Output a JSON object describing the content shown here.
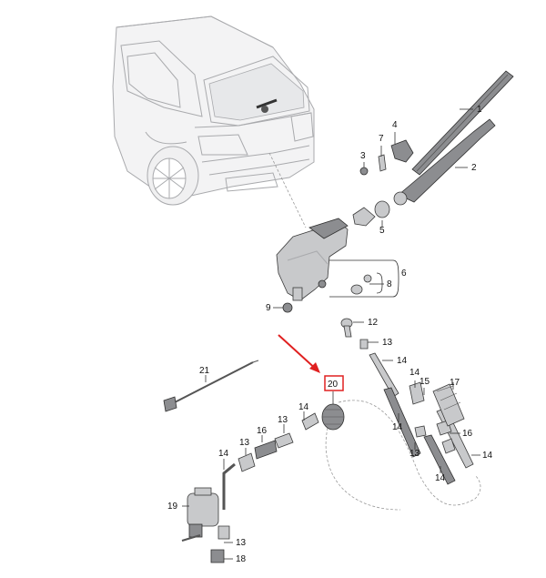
{
  "diagram": {
    "callouts": [
      {
        "id": "c1",
        "text": "1"
      },
      {
        "id": "c2",
        "text": "2"
      },
      {
        "id": "c3",
        "text": "3"
      },
      {
        "id": "c4",
        "text": "4"
      },
      {
        "id": "c5",
        "text": "5"
      },
      {
        "id": "c6",
        "text": "6"
      },
      {
        "id": "c7",
        "text": "7"
      },
      {
        "id": "c8",
        "text": "8"
      },
      {
        "id": "c9",
        "text": "9"
      },
      {
        "id": "c12",
        "text": "12"
      },
      {
        "id": "c13a",
        "text": "13"
      },
      {
        "id": "c14a",
        "text": "14"
      },
      {
        "id": "c14b",
        "text": "14"
      },
      {
        "id": "c15",
        "text": "15"
      },
      {
        "id": "c17",
        "text": "17"
      },
      {
        "id": "c14c",
        "text": "14"
      },
      {
        "id": "c16a",
        "text": "16"
      },
      {
        "id": "c13b",
        "text": "13"
      },
      {
        "id": "c14d",
        "text": "14"
      },
      {
        "id": "c14e",
        "text": "14"
      },
      {
        "id": "c21",
        "text": "21"
      },
      {
        "id": "c20",
        "text": "20"
      },
      {
        "id": "c14f",
        "text": "14"
      },
      {
        "id": "c13c",
        "text": "13"
      },
      {
        "id": "c16b",
        "text": "16"
      },
      {
        "id": "c13d",
        "text": "13"
      },
      {
        "id": "c14g",
        "text": "14"
      },
      {
        "id": "c19",
        "text": "19"
      },
      {
        "id": "c13e",
        "text": "13"
      },
      {
        "id": "c18",
        "text": "18"
      }
    ],
    "highlight": {
      "text": "20",
      "color": "#e02020"
    },
    "arrow_color": "#e02020"
  }
}
